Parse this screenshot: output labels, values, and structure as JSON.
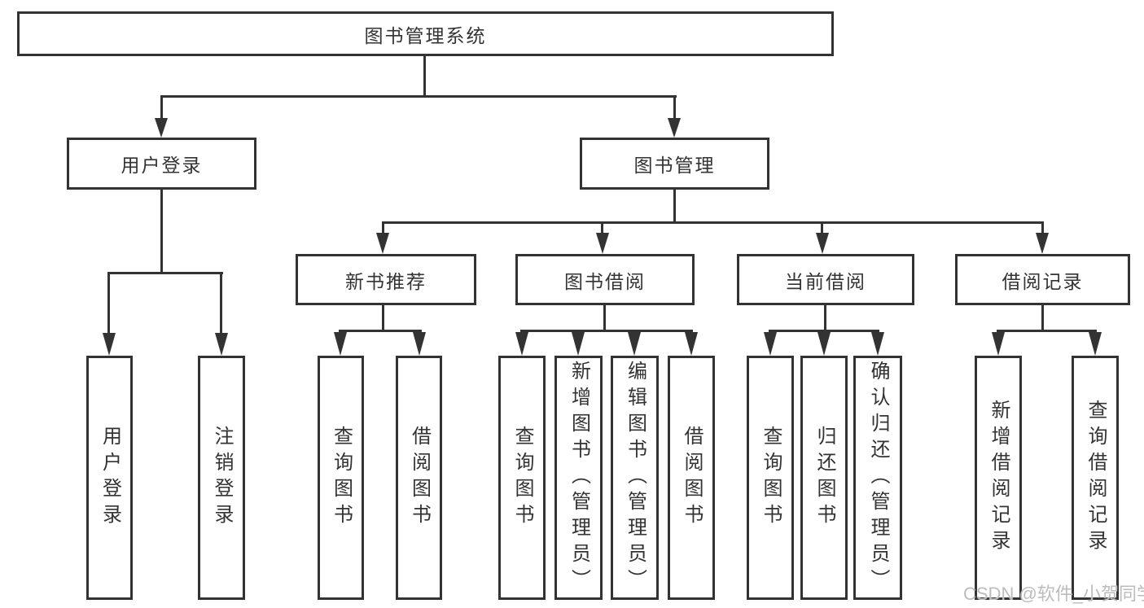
{
  "diagram": {
    "root": {
      "label": "图书管理系统"
    },
    "level2": {
      "user_login": {
        "label": "用户登录"
      },
      "book_management": {
        "label": "图书管理"
      }
    },
    "level3": {
      "new_book_recommend": {
        "label": "新书推荐"
      },
      "book_borrow": {
        "label": "图书借阅"
      },
      "current_borrow": {
        "label": "当前借阅"
      },
      "borrow_records": {
        "label": "借阅记录"
      }
    },
    "leaves": {
      "user_login": {
        "label": "用户登录"
      },
      "logout": {
        "label": "注销登录"
      },
      "nb_query_book": {
        "label": "查询图书"
      },
      "nb_borrow_book": {
        "label": "借阅图书"
      },
      "bb_query_book": {
        "label": "查询图书"
      },
      "bb_add_book": {
        "label": "新增图书（管理员）"
      },
      "bb_edit_book": {
        "label": "编辑图书（管理员）"
      },
      "bb_borrow_book": {
        "label": "借阅图书"
      },
      "cb_query_book": {
        "label": "查询图书"
      },
      "cb_return_book": {
        "label": "归还图书"
      },
      "cb_confirm_return": {
        "label": "确认归还（管理员）"
      },
      "br_add_record": {
        "label": "新增借阅记录"
      },
      "br_query_record": {
        "label": "查询借阅记录"
      }
    }
  },
  "watermark": {
    "text": "CSDN @软件_小贺同学"
  },
  "colors": {
    "line": "#333333",
    "text": "#333333",
    "watermark": "#bcbcbc",
    "background": "#ffffff"
  }
}
